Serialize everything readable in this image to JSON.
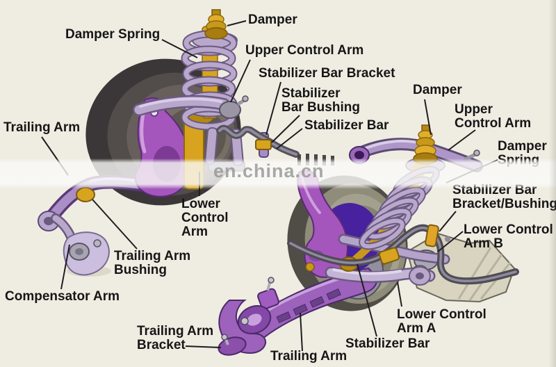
{
  "watermark": "en.china.cn",
  "colors": {
    "background": "#efece2",
    "label_text": "#161616",
    "leader_line": "#1d1d1d",
    "purple_bright": "#a456bc",
    "lavender": "#b9a8cc",
    "gold": "#d8a31f",
    "tire_dark": "#3b3738",
    "tire_light": "#a3a08e",
    "bar_gray": "#55525c",
    "subframe_gray": "#d8d4bf",
    "watermark_gray": "#8e8e8e"
  },
  "labels": {
    "damper_spring_left": {
      "lines": [
        "Damper Spring"
      ]
    },
    "damper_left": {
      "lines": [
        "Damper"
      ]
    },
    "upper_control_arm_left": {
      "lines": [
        "Upper Control Arm"
      ]
    },
    "stabilizer_bar_bracket": {
      "lines": [
        "Stabilizer Bar Bracket"
      ]
    },
    "stabilizer_bar_bushing": {
      "lines": [
        "Stabilizer",
        "Bar Bushing"
      ]
    },
    "stabilizer_bar_left": {
      "lines": [
        "Stabilizer Bar"
      ]
    },
    "trailing_arm_left": {
      "lines": [
        "Trailing Arm"
      ]
    },
    "lower_control_arm_left": {
      "lines": [
        "Lower",
        "Control",
        "Arm"
      ]
    },
    "trailing_arm_bushing": {
      "lines": [
        "Trailing Arm",
        "Bushing"
      ]
    },
    "compensator_arm": {
      "lines": [
        "Compensator Arm"
      ]
    },
    "trailing_arm_bracket": {
      "lines": [
        "Trailing Arm",
        "Bracket"
      ]
    },
    "trailing_arm_right": {
      "lines": [
        "Trailing Arm"
      ]
    },
    "stabilizer_bar_right": {
      "lines": [
        "Stabilizer Bar"
      ]
    },
    "lower_control_arm_a": {
      "lines": [
        "Lower Control",
        "Arm A"
      ]
    },
    "lower_control_arm_b": {
      "lines": [
        "Lower Control",
        "Arm B"
      ]
    },
    "stabilizer_bar_bracket_bushing": {
      "lines": [
        "Stabilizer Bar",
        "Bracket/Bushing"
      ]
    },
    "damper_right": {
      "lines": [
        "Damper"
      ]
    },
    "upper_control_arm_right": {
      "lines": [
        "Upper",
        "Control Arm"
      ]
    },
    "damper_spring_right": {
      "lines": [
        "Damper",
        "Spring"
      ]
    }
  }
}
